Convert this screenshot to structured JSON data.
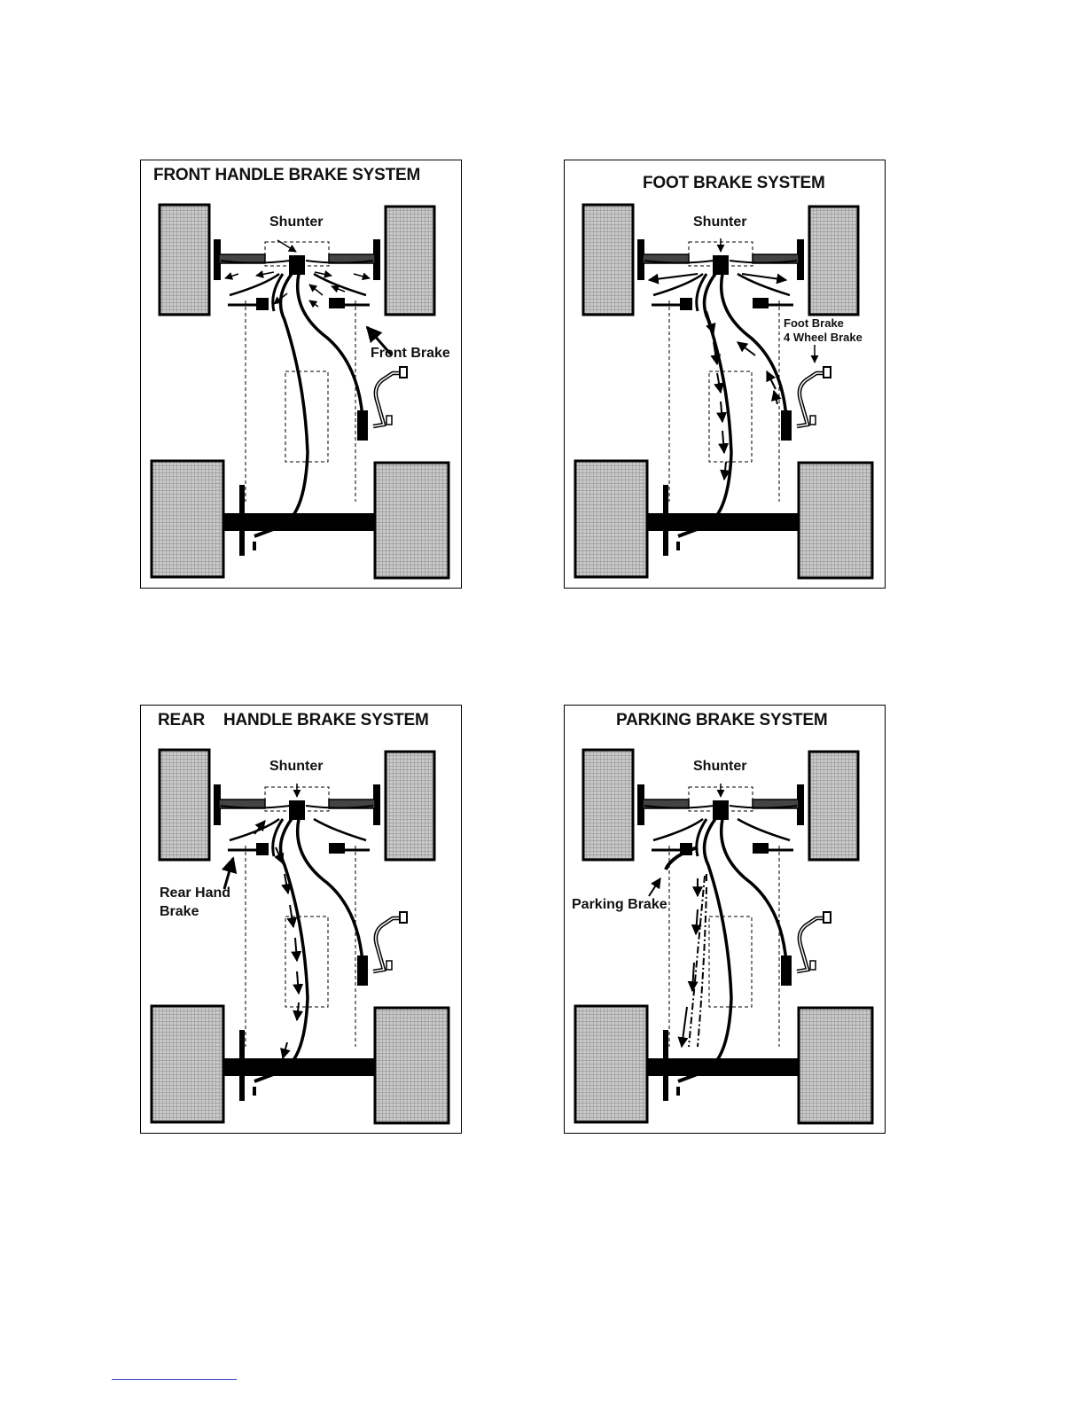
{
  "panels": [
    {
      "title": "FRONT HANDLE BRAKE SYSTEM",
      "labels": {
        "shunter": "Shunter",
        "callout": "Front Brake"
      }
    },
    {
      "title": "FOOT BRAKE SYSTEM",
      "labels": {
        "shunter": "Shunter",
        "callout_line1": "Foot Brake",
        "callout_line2": "4 Wheel Brake"
      }
    },
    {
      "title_part1": "REAR",
      "title_part2": "HANDLE BRAKE SYSTEM",
      "labels": {
        "shunter": "Shunter",
        "callout_line1": "Rear Hand",
        "callout_line2": "Brake"
      }
    },
    {
      "title": "PARKING BRAKE SYSTEM",
      "labels": {
        "shunter": "Shunter",
        "callout": "Parking Brake"
      }
    }
  ],
  "colors": {
    "stroke": "#000000",
    "tire_fill": "#c8c8c8"
  }
}
